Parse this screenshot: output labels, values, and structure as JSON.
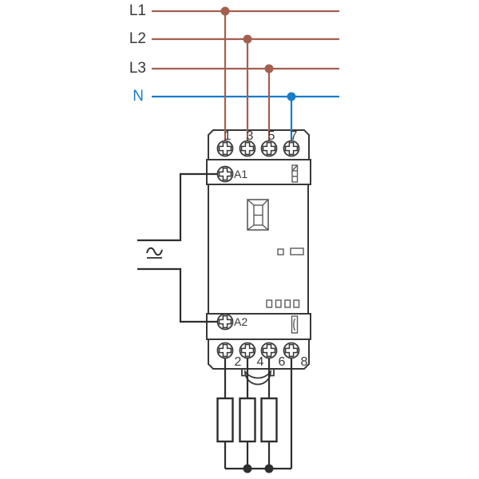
{
  "supply": {
    "lines": [
      {
        "label": "L1"
      },
      {
        "label": "L2"
      },
      {
        "label": "L3"
      },
      {
        "label": "N"
      }
    ]
  },
  "contactor": {
    "top_terminals": [
      {
        "label": "1"
      },
      {
        "label": "3"
      },
      {
        "label": "5"
      },
      {
        "label": "7"
      }
    ],
    "bottom_terminals": [
      {
        "label": "2"
      },
      {
        "label": "4"
      },
      {
        "label": "6"
      },
      {
        "label": "8"
      }
    ],
    "coil_terminals": [
      {
        "label": "A1"
      },
      {
        "label": "A2"
      }
    ]
  },
  "icons": {
    "screw_terminal": "⊕",
    "ac_supply": "∼",
    "junction_dot": "●"
  },
  "colors": {
    "phase": "#a45f4e",
    "neutral": "#1a7cc9",
    "outline": "#383838",
    "detail": "#5a5a5a",
    "wire": "#2e2e2e"
  }
}
